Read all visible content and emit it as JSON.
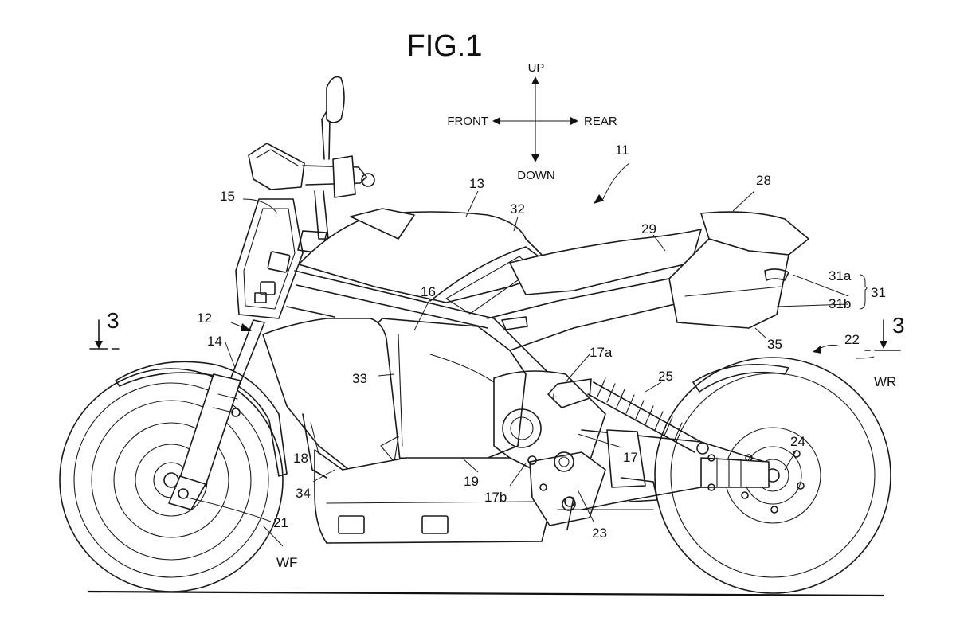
{
  "figure": {
    "title": "FIG.1"
  },
  "directions": {
    "up": "UP",
    "down": "DOWN",
    "front": "FRONT",
    "rear": "REAR"
  },
  "section_marks": {
    "left": "3",
    "right": "3"
  },
  "reference_labels": [
    "11",
    "12",
    "13",
    "14",
    "15",
    "16",
    "17",
    "17a",
    "17b",
    "18",
    "19",
    "21",
    "22",
    "23",
    "24",
    "25",
    "28",
    "29",
    "31",
    "31a",
    "31b",
    "32",
    "33",
    "34",
    "35",
    "WF",
    "WR"
  ]
}
